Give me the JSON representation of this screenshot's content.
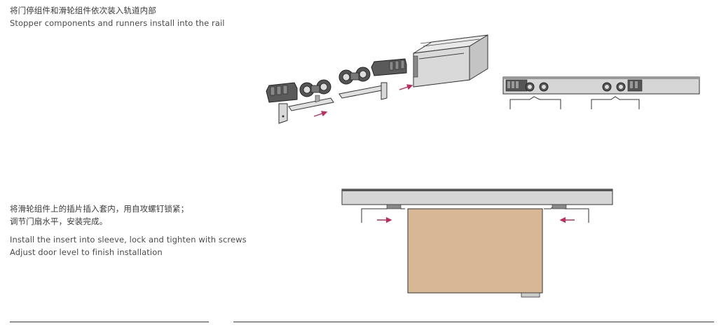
{
  "step1": {
    "zh": "将门停组件和滑轮组件依次装入轨道内部",
    "en": "Stopper components and runners install into the rail"
  },
  "step2": {
    "zh_line1": "将滑轮组件上的插片插入套内，用自攻螺钉锁紧；",
    "zh_line2": "调节门扇水平，安装完成。",
    "en_line1": "Install the insert into sleeve, lock and tighten with screws",
    "en_line2": "Adjust door level to finish installation"
  },
  "colors": {
    "arrow": "#c8285a",
    "door": "#d8b794",
    "rail": "#d6d6d6",
    "line": "#333333"
  }
}
